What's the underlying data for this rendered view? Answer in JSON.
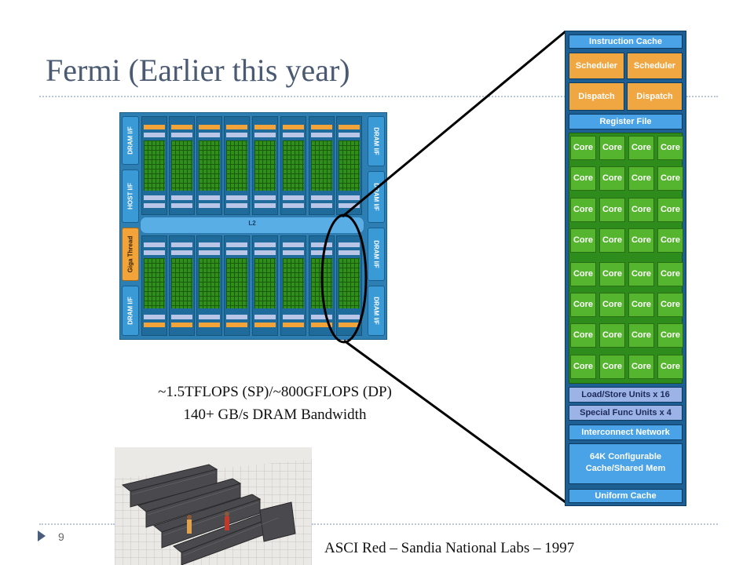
{
  "slide": {
    "title": "Fermi (Earlier this year)",
    "number": "9"
  },
  "die": {
    "left_labels": [
      "DRAM I/F",
      "HOST I/F",
      "Giga Thread",
      "DRAM I/F"
    ],
    "right_labels": [
      "DRAM I/F",
      "DRAM I/F",
      "DRAM I/F",
      "DRAM I/F"
    ],
    "l2_label": "L2"
  },
  "specs": {
    "line1": "~1.5TFLOPS (SP)/~800GFLOPS (DP)",
    "line2": "140+ GB/s DRAM Bandwidth"
  },
  "sm": {
    "instruction_cache": "Instruction Cache",
    "scheduler_label": "Scheduler",
    "dispatch_label": "Dispatch",
    "register_file": "Register File",
    "core_label": "Core",
    "load_store": "Load/Store Units x 16",
    "special_func": "Special Func Units x 4",
    "interconnect": "Interconnect Network",
    "shared_mem_line1": "64K Configurable",
    "shared_mem_line2": "Cache/Shared Mem",
    "uniform_cache": "Uniform Cache"
  },
  "photo": {
    "caption": "ASCI Red – Sandia National Labs – 1997"
  },
  "colors": {
    "title": "#4b5a73",
    "core_green": "#55b52e",
    "scheduler_orange": "#f0a641",
    "cache_blue": "#4aa3e6"
  }
}
